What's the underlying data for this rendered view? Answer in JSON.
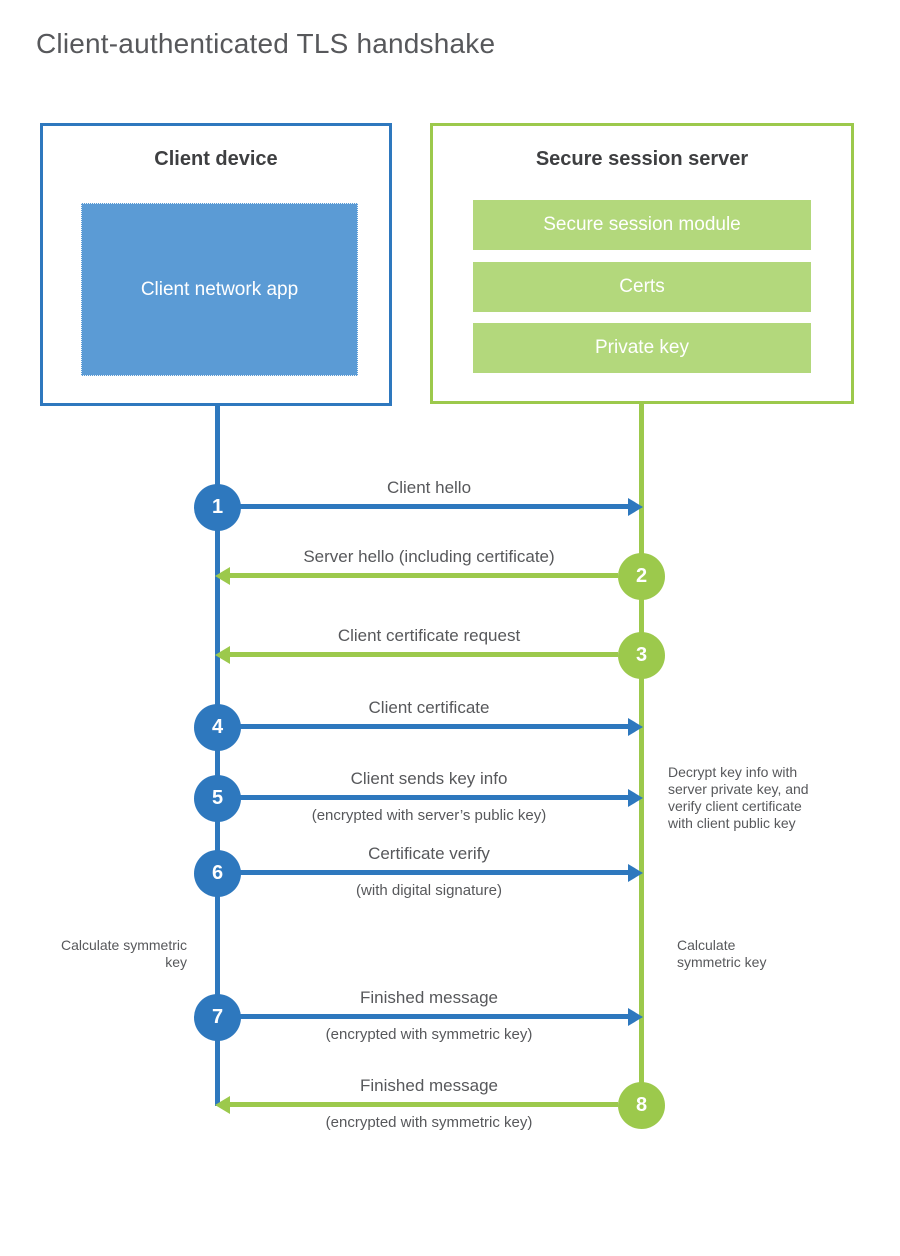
{
  "title": "Client-authenticated TLS handshake",
  "client_box": {
    "title": "Client device",
    "app": "Client network app"
  },
  "server_box": {
    "title": "Secure session server",
    "modules": [
      "Secure session module",
      "Certs",
      "Private key"
    ]
  },
  "steps": [
    {
      "num": "1",
      "label": "Client hello",
      "sub": "",
      "direction": "client-to-server"
    },
    {
      "num": "2",
      "label": "Server hello (including certificate)",
      "sub": "",
      "direction": "server-to-client"
    },
    {
      "num": "3",
      "label": "Client certificate request",
      "sub": "",
      "direction": "server-to-client"
    },
    {
      "num": "4",
      "label": "Client certificate",
      "sub": "",
      "direction": "client-to-server"
    },
    {
      "num": "5",
      "label": "Client sends key info",
      "sub": "(encrypted with server’s public key)",
      "direction": "client-to-server"
    },
    {
      "num": "6",
      "label": "Certificate verify",
      "sub": "(with digital signature)",
      "direction": "client-to-server"
    },
    {
      "num": "7",
      "label": "Finished message",
      "sub": "(encrypted with symmetric key)",
      "direction": "client-to-server"
    },
    {
      "num": "8",
      "label": "Finished message",
      "sub": "(encrypted with symmetric key)",
      "direction": "server-to-client"
    }
  ],
  "notes": {
    "decrypt_note": "Decrypt key info with server private key, and verify client certificate with client public key",
    "calc_left": "Calculate symmetric key",
    "calc_right": "Calculate symmetric key"
  },
  "colors": {
    "blue": "#2E78BE",
    "blue-fill": "#5B9BD5",
    "green": "#9CC94C",
    "green-fill": "#B3D87C",
    "text": "#57585B",
    "heading": "#3E3F41"
  }
}
